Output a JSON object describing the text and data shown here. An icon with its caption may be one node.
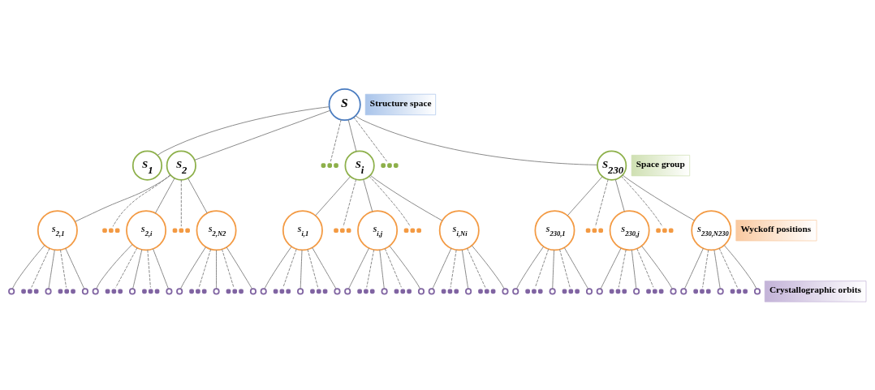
{
  "diagram": {
    "nodes": [
      {
        "text": [
          "S"
        ]
      },
      {
        "text": [
          "S$_{1}$"
        ]
      },
      {
        "text": [
          "S$_{2}$"
        ]
      },
      {
        "text": [],
        "shape": "dots"
      },
      {
        "text": [
          "S$_{i}$"
        ]
      },
      {
        "text": [],
        "shape": "dots"
      },
      {
        "text": [
          "S$_{230}$"
        ]
      },
      {
        "text": [
          "S$_{2,1}$"
        ]
      },
      {
        "text": [],
        "shape": "dots"
      },
      {
        "text": [
          "S$_{2,i}$"
        ]
      },
      {
        "text": [],
        "shape": "dots"
      },
      {
        "text": [
          "S$_{2,N2}$"
        ]
      },
      {
        "text": [
          "S$_{i,1}$"
        ]
      },
      {
        "text": [],
        "shape": "dots"
      },
      {
        "text": [
          "S$_{i,j}$"
        ]
      },
      {
        "text": [],
        "shape": "dots"
      },
      {
        "text": [
          "S$_{i,Ni}$"
        ]
      },
      {
        "text": [
          "S$_{230,1}$"
        ]
      },
      {
        "text": [],
        "shape": "dots"
      },
      {
        "text": [
          "S$_{230,j}$"
        ]
      },
      {
        "text": [],
        "shape": "dots"
      },
      {
        "text": [
          "S$_{230,N230}$"
        ]
      },
      {
        "text": [],
        "shape": "circle"
      },
      {
        "text": [],
        "shape": "dots"
      },
      {
        "text": [],
        "shape": "circle"
      },
      {
        "text": [],
        "shape": "dots"
      },
      {
        "text": [],
        "shape": "circle"
      },
      {
        "text": [],
        "shape": "circle"
      },
      {
        "text": [],
        "shape": "dots"
      },
      {
        "text": [],
        "shape": "circle"
      },
      {
        "text": [],
        "shape": "dots"
      },
      {
        "text": [],
        "shape": "circle"
      },
      {
        "text": [],
        "shape": "circle"
      },
      {
        "text": [],
        "shape": "dots"
      },
      {
        "text": [],
        "shape": "circle"
      },
      {
        "text": [],
        "shape": "dots"
      },
      {
        "text": [],
        "shape": "circle"
      },
      {
        "text": [],
        "shape": "circle"
      },
      {
        "text": [],
        "shape": "dots"
      },
      {
        "text": [],
        "shape": "circle"
      },
      {
        "text": [],
        "shape": "dots"
      },
      {
        "text": [],
        "shape": "circle"
      },
      {
        "text": [],
        "shape": "circle"
      },
      {
        "text": [],
        "shape": "dots"
      },
      {
        "text": [],
        "shape": "circle"
      },
      {
        "text": [],
        "shape": "dots"
      },
      {
        "text": [],
        "shape": "circle"
      },
      {
        "text": [],
        "shape": "circle"
      },
      {
        "text": [],
        "shape": "dots"
      },
      {
        "text": [],
        "shape": "circle"
      },
      {
        "text": [],
        "shape": "dots"
      },
      {
        "text": [],
        "shape": "circle"
      },
      {
        "text": [],
        "shape": "circle"
      },
      {
        "text": [],
        "shape": "dots"
      },
      {
        "text": [],
        "shape": "circle"
      },
      {
        "text": [],
        "shape": "dots"
      },
      {
        "text": [],
        "shape": "circle"
      },
      {
        "text": [],
        "shape": "circle"
      },
      {
        "text": [],
        "shape": "dots"
      },
      {
        "text": [],
        "shape": "circle"
      },
      {
        "text": [],
        "shape": "dots"
      },
      {
        "text": [],
        "shape": "circle"
      },
      {
        "text": [],
        "shape": "circle"
      },
      {
        "text": [],
        "shape": "dots"
      },
      {
        "text": [],
        "shape": "circle"
      },
      {
        "text": [],
        "shape": "dots"
      },
      {
        "text": [],
        "shape": "circle"
      }
    ],
    "edges": [
      {
        "from": 0,
        "to": 1,
        "arrow": "none"
      },
      {
        "from": 0,
        "to": 2,
        "arrow": "none"
      },
      {
        "from": 0,
        "to": 3,
        "arrow": "none",
        "style": "dashed"
      },
      {
        "from": 0,
        "to": 4,
        "arrow": "none"
      },
      {
        "from": 0,
        "to": 5,
        "arrow": "none",
        "style": "dashed"
      },
      {
        "from": 0,
        "to": 6,
        "arrow": "none"
      },
      {
        "from": 2,
        "to": 7,
        "arrow": "none"
      },
      {
        "from": 2,
        "to": 8,
        "arrow": "none",
        "style": "dashed"
      },
      {
        "from": 2,
        "to": 9,
        "arrow": "none"
      },
      {
        "from": 2,
        "to": 10,
        "arrow": "none",
        "style": "dashed"
      },
      {
        "from": 2,
        "to": 11,
        "arrow": "none"
      },
      {
        "from": 4,
        "to": 12,
        "arrow": "none"
      },
      {
        "from": 4,
        "to": 13,
        "arrow": "none",
        "style": "dashed"
      },
      {
        "from": 4,
        "to": 14,
        "arrow": "none"
      },
      {
        "from": 4,
        "to": 15,
        "arrow": "none",
        "style": "dashed"
      },
      {
        "from": 4,
        "to": 16,
        "arrow": "none"
      },
      {
        "from": 6,
        "to": 17,
        "arrow": "none"
      },
      {
        "from": 6,
        "to": 18,
        "arrow": "none",
        "style": "dashed"
      },
      {
        "from": 6,
        "to": 19,
        "arrow": "none"
      },
      {
        "from": 6,
        "to": 20,
        "arrow": "none",
        "style": "dashed"
      },
      {
        "from": 6,
        "to": 21,
        "arrow": "none"
      },
      {
        "from": 7,
        "to": 22,
        "arrow": "none"
      },
      {
        "from": 7,
        "to": 23,
        "arrow": "none",
        "style": "dashed"
      },
      {
        "from": 7,
        "to": 24,
        "arrow": "none"
      },
      {
        "from": 7,
        "to": 25,
        "arrow": "none",
        "style": "dashed"
      },
      {
        "from": 7,
        "to": 26,
        "arrow": "none"
      },
      {
        "from": 9,
        "to": 27,
        "arrow": "none"
      },
      {
        "from": 9,
        "to": 28,
        "arrow": "none",
        "style": "dashed"
      },
      {
        "from": 9,
        "to": 29,
        "arrow": "none"
      },
      {
        "from": 9,
        "to": 30,
        "arrow": "none",
        "style": "dashed"
      },
      {
        "from": 9,
        "to": 31,
        "arrow": "none"
      },
      {
        "from": 11,
        "to": 32,
        "arrow": "none"
      },
      {
        "from": 11,
        "to": 33,
        "arrow": "none",
        "style": "dashed"
      },
      {
        "from": 11,
        "to": 34,
        "arrow": "none"
      },
      {
        "from": 11,
        "to": 35,
        "arrow": "none",
        "style": "dashed"
      },
      {
        "from": 11,
        "to": 36,
        "arrow": "none"
      },
      {
        "from": 12,
        "to": 37,
        "arrow": "none"
      },
      {
        "from": 12,
        "to": 38,
        "arrow": "none",
        "style": "dashed"
      },
      {
        "from": 12,
        "to": 39,
        "arrow": "none"
      },
      {
        "from": 12,
        "to": 40,
        "arrow": "none",
        "style": "dashed"
      },
      {
        "from": 12,
        "to": 41,
        "arrow": "none"
      },
      {
        "from": 14,
        "to": 42,
        "arrow": "none"
      },
      {
        "from": 14,
        "to": 43,
        "arrow": "none",
        "style": "dashed"
      },
      {
        "from": 14,
        "to": 44,
        "arrow": "none"
      },
      {
        "from": 14,
        "to": 45,
        "arrow": "none",
        "style": "dashed"
      },
      {
        "from": 14,
        "to": 46,
        "arrow": "none"
      },
      {
        "from": 16,
        "to": 47,
        "arrow": "none"
      },
      {
        "from": 16,
        "to": 48,
        "arrow": "none",
        "style": "dashed"
      },
      {
        "from": 16,
        "to": 49,
        "arrow": "none"
      },
      {
        "from": 16,
        "to": 50,
        "arrow": "none",
        "style": "dashed"
      },
      {
        "from": 16,
        "to": 51,
        "arrow": "none"
      },
      {
        "from": 17,
        "to": 52,
        "arrow": "none"
      },
      {
        "from": 17,
        "to": 53,
        "arrow": "none",
        "style": "dashed"
      },
      {
        "from": 17,
        "to": 54,
        "arrow": "none"
      },
      {
        "from": 17,
        "to": 55,
        "arrow": "none",
        "style": "dashed"
      },
      {
        "from": 17,
        "to": 56,
        "arrow": "none"
      },
      {
        "from": 19,
        "to": 57,
        "arrow": "none"
      },
      {
        "from": 19,
        "to": 58,
        "arrow": "none",
        "style": "dashed"
      },
      {
        "from": 19,
        "to": 59,
        "arrow": "none"
      },
      {
        "from": 19,
        "to": 60,
        "arrow": "none",
        "style": "dashed"
      },
      {
        "from": 19,
        "to": 61,
        "arrow": "none"
      },
      {
        "from": 21,
        "to": 62,
        "arrow": "none"
      },
      {
        "from": 21,
        "to": 63,
        "arrow": "none",
        "style": "dashed"
      },
      {
        "from": 21,
        "to": 64,
        "arrow": "none"
      },
      {
        "from": 21,
        "to": 65,
        "arrow": "none",
        "style": "dashed"
      },
      {
        "from": 21,
        "to": 66,
        "arrow": "none"
      }
    ],
    "labels": [
      "Structure space",
      "Space group",
      "Wyckoff positions",
      "Crystallographic orbits"
    ]
  }
}
